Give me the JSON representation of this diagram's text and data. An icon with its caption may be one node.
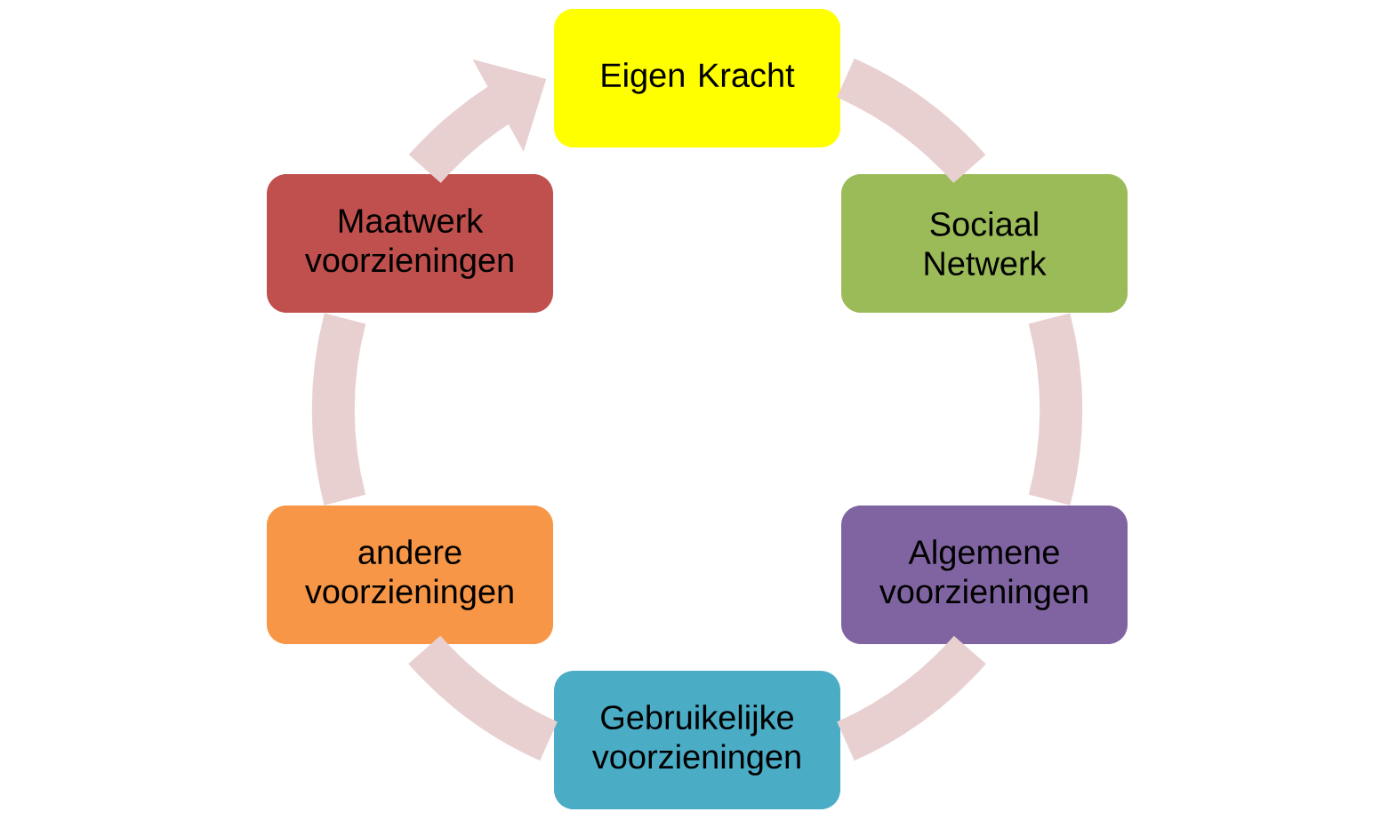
{
  "diagram": {
    "nodes": [
      {
        "text": [
          "Eigen Kracht"
        ]
      },
      {
        "text": [
          "Sociaal Netwerk"
        ]
      },
      {
        "text": [
          "Algemene voorzieningen"
        ]
      },
      {
        "text": [
          "Gebruikelijke voorzieningen"
        ]
      },
      {
        "text": [
          "andere voorzieningen"
        ]
      },
      {
        "text": [
          "Maatwerk voorzieningen"
        ]
      }
    ],
    "edges": [
      {
        "from": 0,
        "to": 1,
        "arrow": "none"
      },
      {
        "from": 1,
        "to": 2,
        "arrow": "none"
      },
      {
        "from": 2,
        "to": 3,
        "arrow": "none"
      },
      {
        "from": 3,
        "to": 4,
        "arrow": "none"
      },
      {
        "from": 4,
        "to": 5,
        "arrow": "none"
      },
      {
        "from": 5,
        "to": 0,
        "arrow": "to"
      }
    ]
  }
}
